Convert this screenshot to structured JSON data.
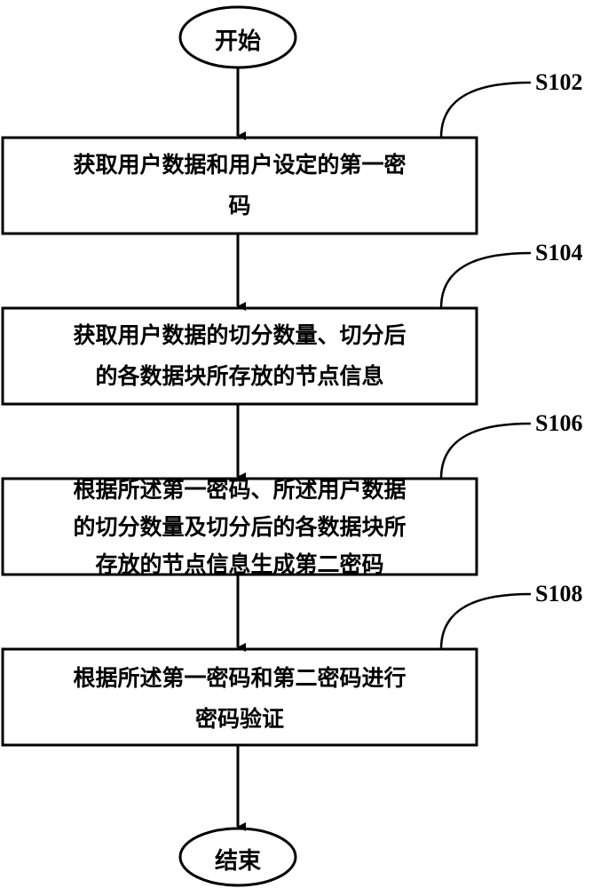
{
  "start": {
    "label": "开始"
  },
  "end": {
    "label": "结束"
  },
  "steps": [
    {
      "id": "S102",
      "lines": [
        "获取用户数据和用户设定的第一密",
        "码"
      ]
    },
    {
      "id": "S104",
      "lines": [
        "获取用户数据的切分数量、切分后",
        "的各数据块所存放的节点信息"
      ]
    },
    {
      "id": "S106",
      "lines": [
        "根据所述第一密码、所述用户数据",
        "的切分数量及切分后的各数据块所",
        "存放的节点信息生成第二密码"
      ]
    },
    {
      "id": "S108",
      "lines": [
        "根据所述第一密码和第二密码进行",
        "密码验证"
      ]
    }
  ]
}
